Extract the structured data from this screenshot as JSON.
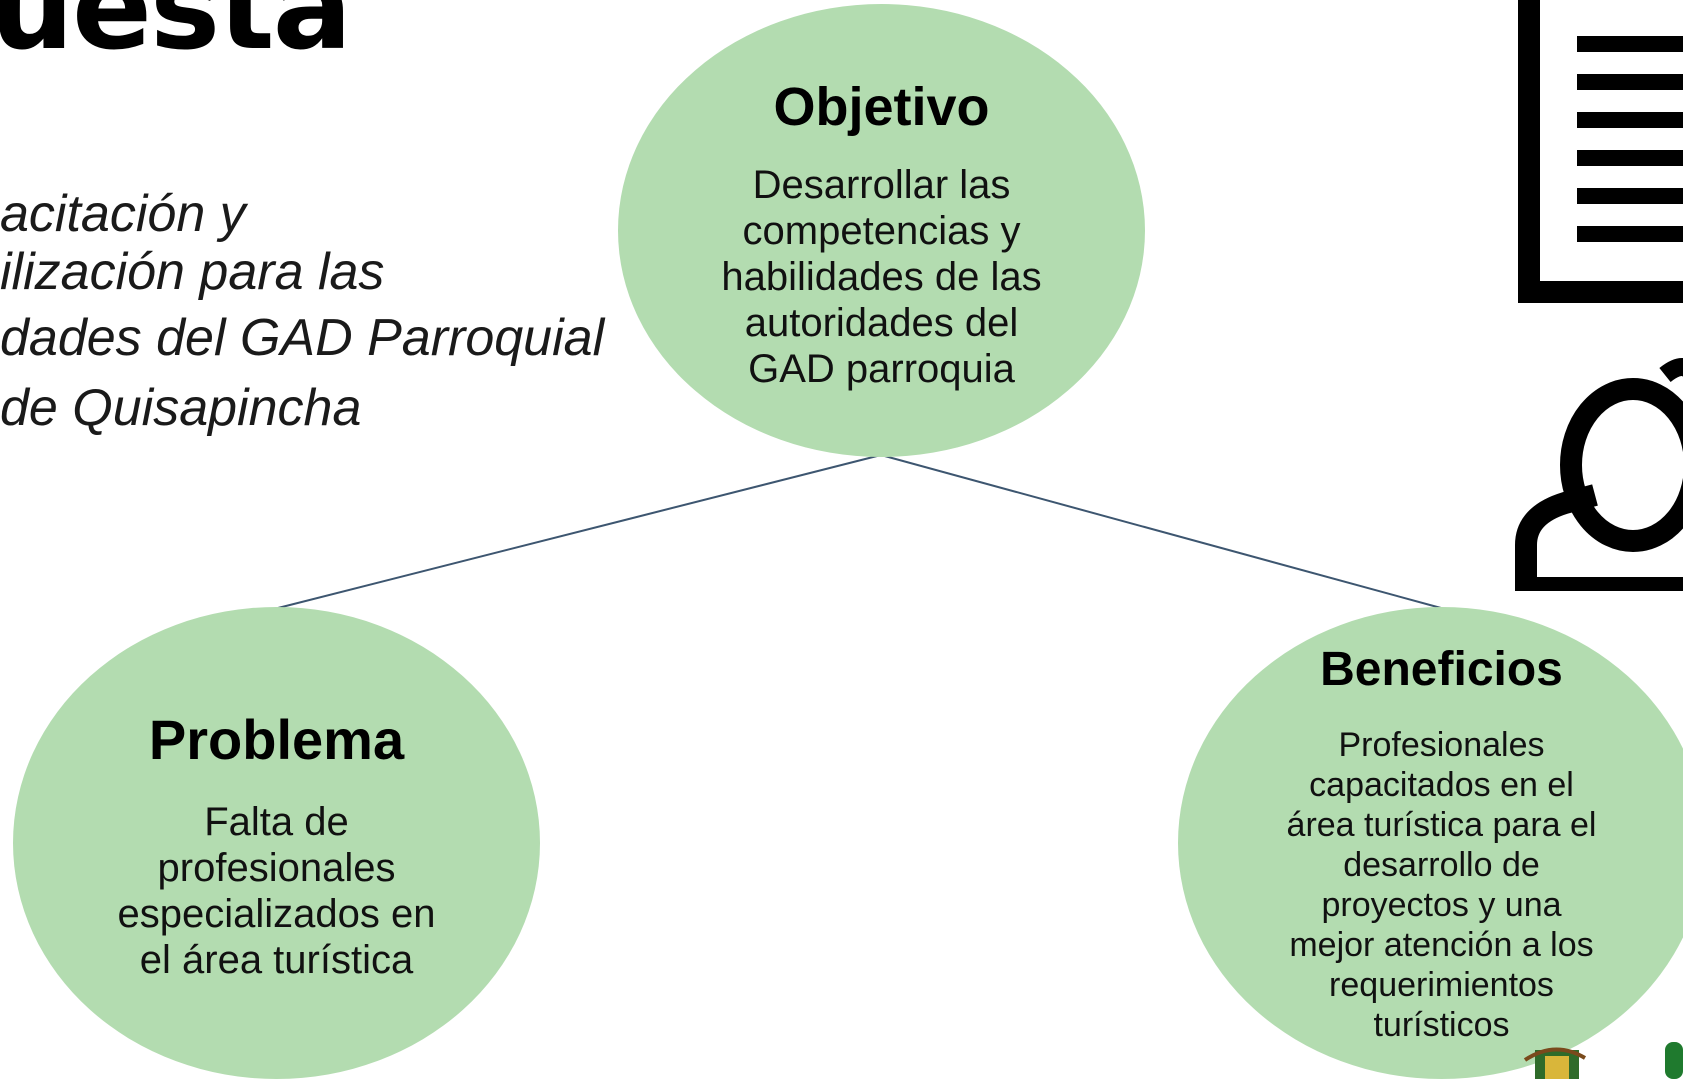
{
  "title": "uesta",
  "subtitle": {
    "lines": [
      "acitación y",
      "ilización para las",
      "dades del GAD Parroquial",
      "de Quisapincha"
    ]
  },
  "nodes": {
    "objetivo": {
      "title": "Objetivo",
      "body": "Desarrollar las\ncompetencias y\nhabilidades de las\nautoridades del\nGAD parroquia"
    },
    "problema": {
      "title": "Problema",
      "body": "Falta de\nprofesionales\nespecializados en\nel área turística"
    },
    "beneficios": {
      "title": "Beneficios",
      "body": "Profesionales\ncapacitados en el\nárea turística para el\ndesarrollo de\nproyectos y una\nmejor atención a los\nrequerimientos\nturísticos"
    }
  },
  "colors": {
    "node_fill": "#b3dcb0",
    "connector": "#3d5670",
    "icon": "#000000"
  },
  "icons": {
    "document": "document-icon",
    "user": "user-icon",
    "emblem": "emblem-icon"
  }
}
